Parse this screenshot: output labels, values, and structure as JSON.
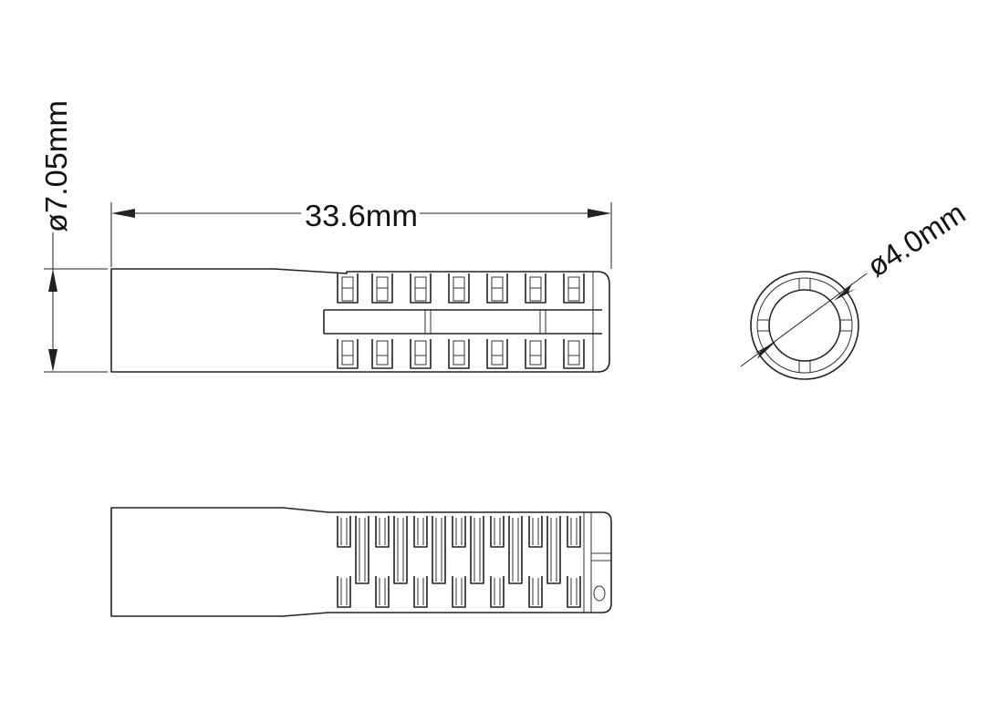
{
  "dimensions": {
    "length": "33.6mm",
    "outer_diameter": "ø7.05mm",
    "inner_diameter": "ø4.0mm"
  },
  "colors": {
    "line": "#222222",
    "background": "#ffffff"
  }
}
